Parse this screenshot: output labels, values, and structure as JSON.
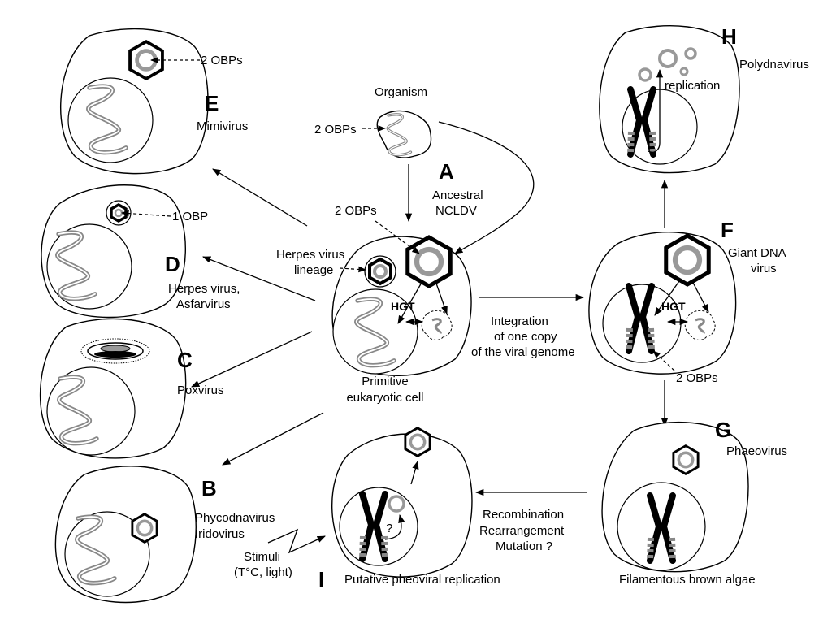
{
  "labels": {
    "organism": "Organism",
    "obp2": "2 OBPs",
    "obp1": "1 OBP",
    "A": "A",
    "ancestral": "Ancestral",
    "nclddv": "NCLDV",
    "herpes_lineage_1": "Herpes virus",
    "herpes_lineage_2": "lineage",
    "hgt": "HGT",
    "primitive_1": "Primitive",
    "primitive_2": "eukaryotic cell",
    "integration_1": "Integration",
    "integration_2": "of one copy",
    "integration_3": "of the viral genome",
    "E": "E",
    "mimivirus": "Mimivirus",
    "D": "D",
    "herpes_asfar_1": "Herpes virus,",
    "herpes_asfar_2": "Asfarvirus",
    "C": "C",
    "poxvirus": "Poxvirus",
    "B": "B",
    "phycodnavirus": "Phycodnavirus",
    "iridovirus": "Iridovirus",
    "stimuli_1": "Stimuli",
    "stimuli_2": "(T°C, light)",
    "I": "I",
    "putative": "Putative pheoviral replication",
    "question": "?",
    "recombination": "Recombination",
    "rearrangement": "Rearrangement",
    "mutation": "Mutation ?",
    "H": "H",
    "polydnavirus": "Polydnavirus",
    "replication": "replication",
    "F": "F",
    "giant_1": "Giant DNA",
    "giant_2": "virus",
    "G": "G",
    "phaeovirus": "Phaeovirus",
    "brown_algae": "Filamentous brown algae"
  }
}
